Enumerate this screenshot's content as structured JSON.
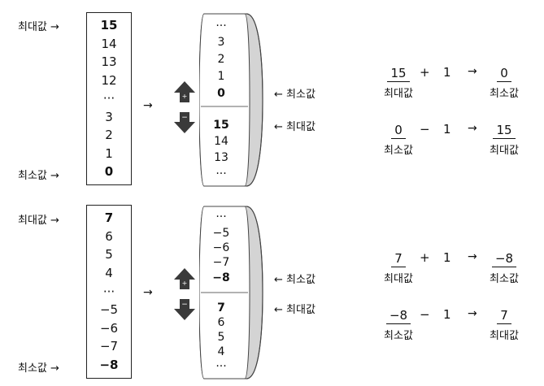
{
  "labels": {
    "max": "최대값",
    "min": "최소값",
    "right_arrow": "→",
    "left_arrow": "←",
    "ellipsis": "···",
    "plus_sign": "+",
    "minus_sign": "−"
  },
  "unsigned": {
    "column": [
      "15",
      "14",
      "13",
      "12",
      "···",
      "3",
      "2",
      "1",
      "0"
    ],
    "ring_top": [
      "···",
      "3",
      "2",
      "1",
      "0"
    ],
    "ring_bottom": [
      "15",
      "14",
      "13",
      "···"
    ],
    "eq1": {
      "left": "15",
      "op": "+",
      "operand": "1",
      "result": "0"
    },
    "eq2": {
      "left": "0",
      "op": "−",
      "operand": "1",
      "result": "15"
    }
  },
  "signed": {
    "column": [
      "7",
      "6",
      "5",
      "4",
      "···",
      "−5",
      "−6",
      "−7",
      "−8"
    ],
    "ring_top": [
      "···",
      "−5",
      "−6",
      "−7",
      "−8"
    ],
    "ring_bottom": [
      "7",
      "6",
      "5",
      "4",
      "···"
    ],
    "eq1": {
      "left": "7",
      "op": "+",
      "operand": "1",
      "result": "−8"
    },
    "eq2": {
      "left": "−8",
      "op": "−",
      "operand": "1",
      "result": "7"
    }
  },
  "colors": {
    "ring_fill": "#d4d4d4",
    "ring_edge": "#8a8a8a",
    "arrow_fill": "#3a3a3a"
  }
}
